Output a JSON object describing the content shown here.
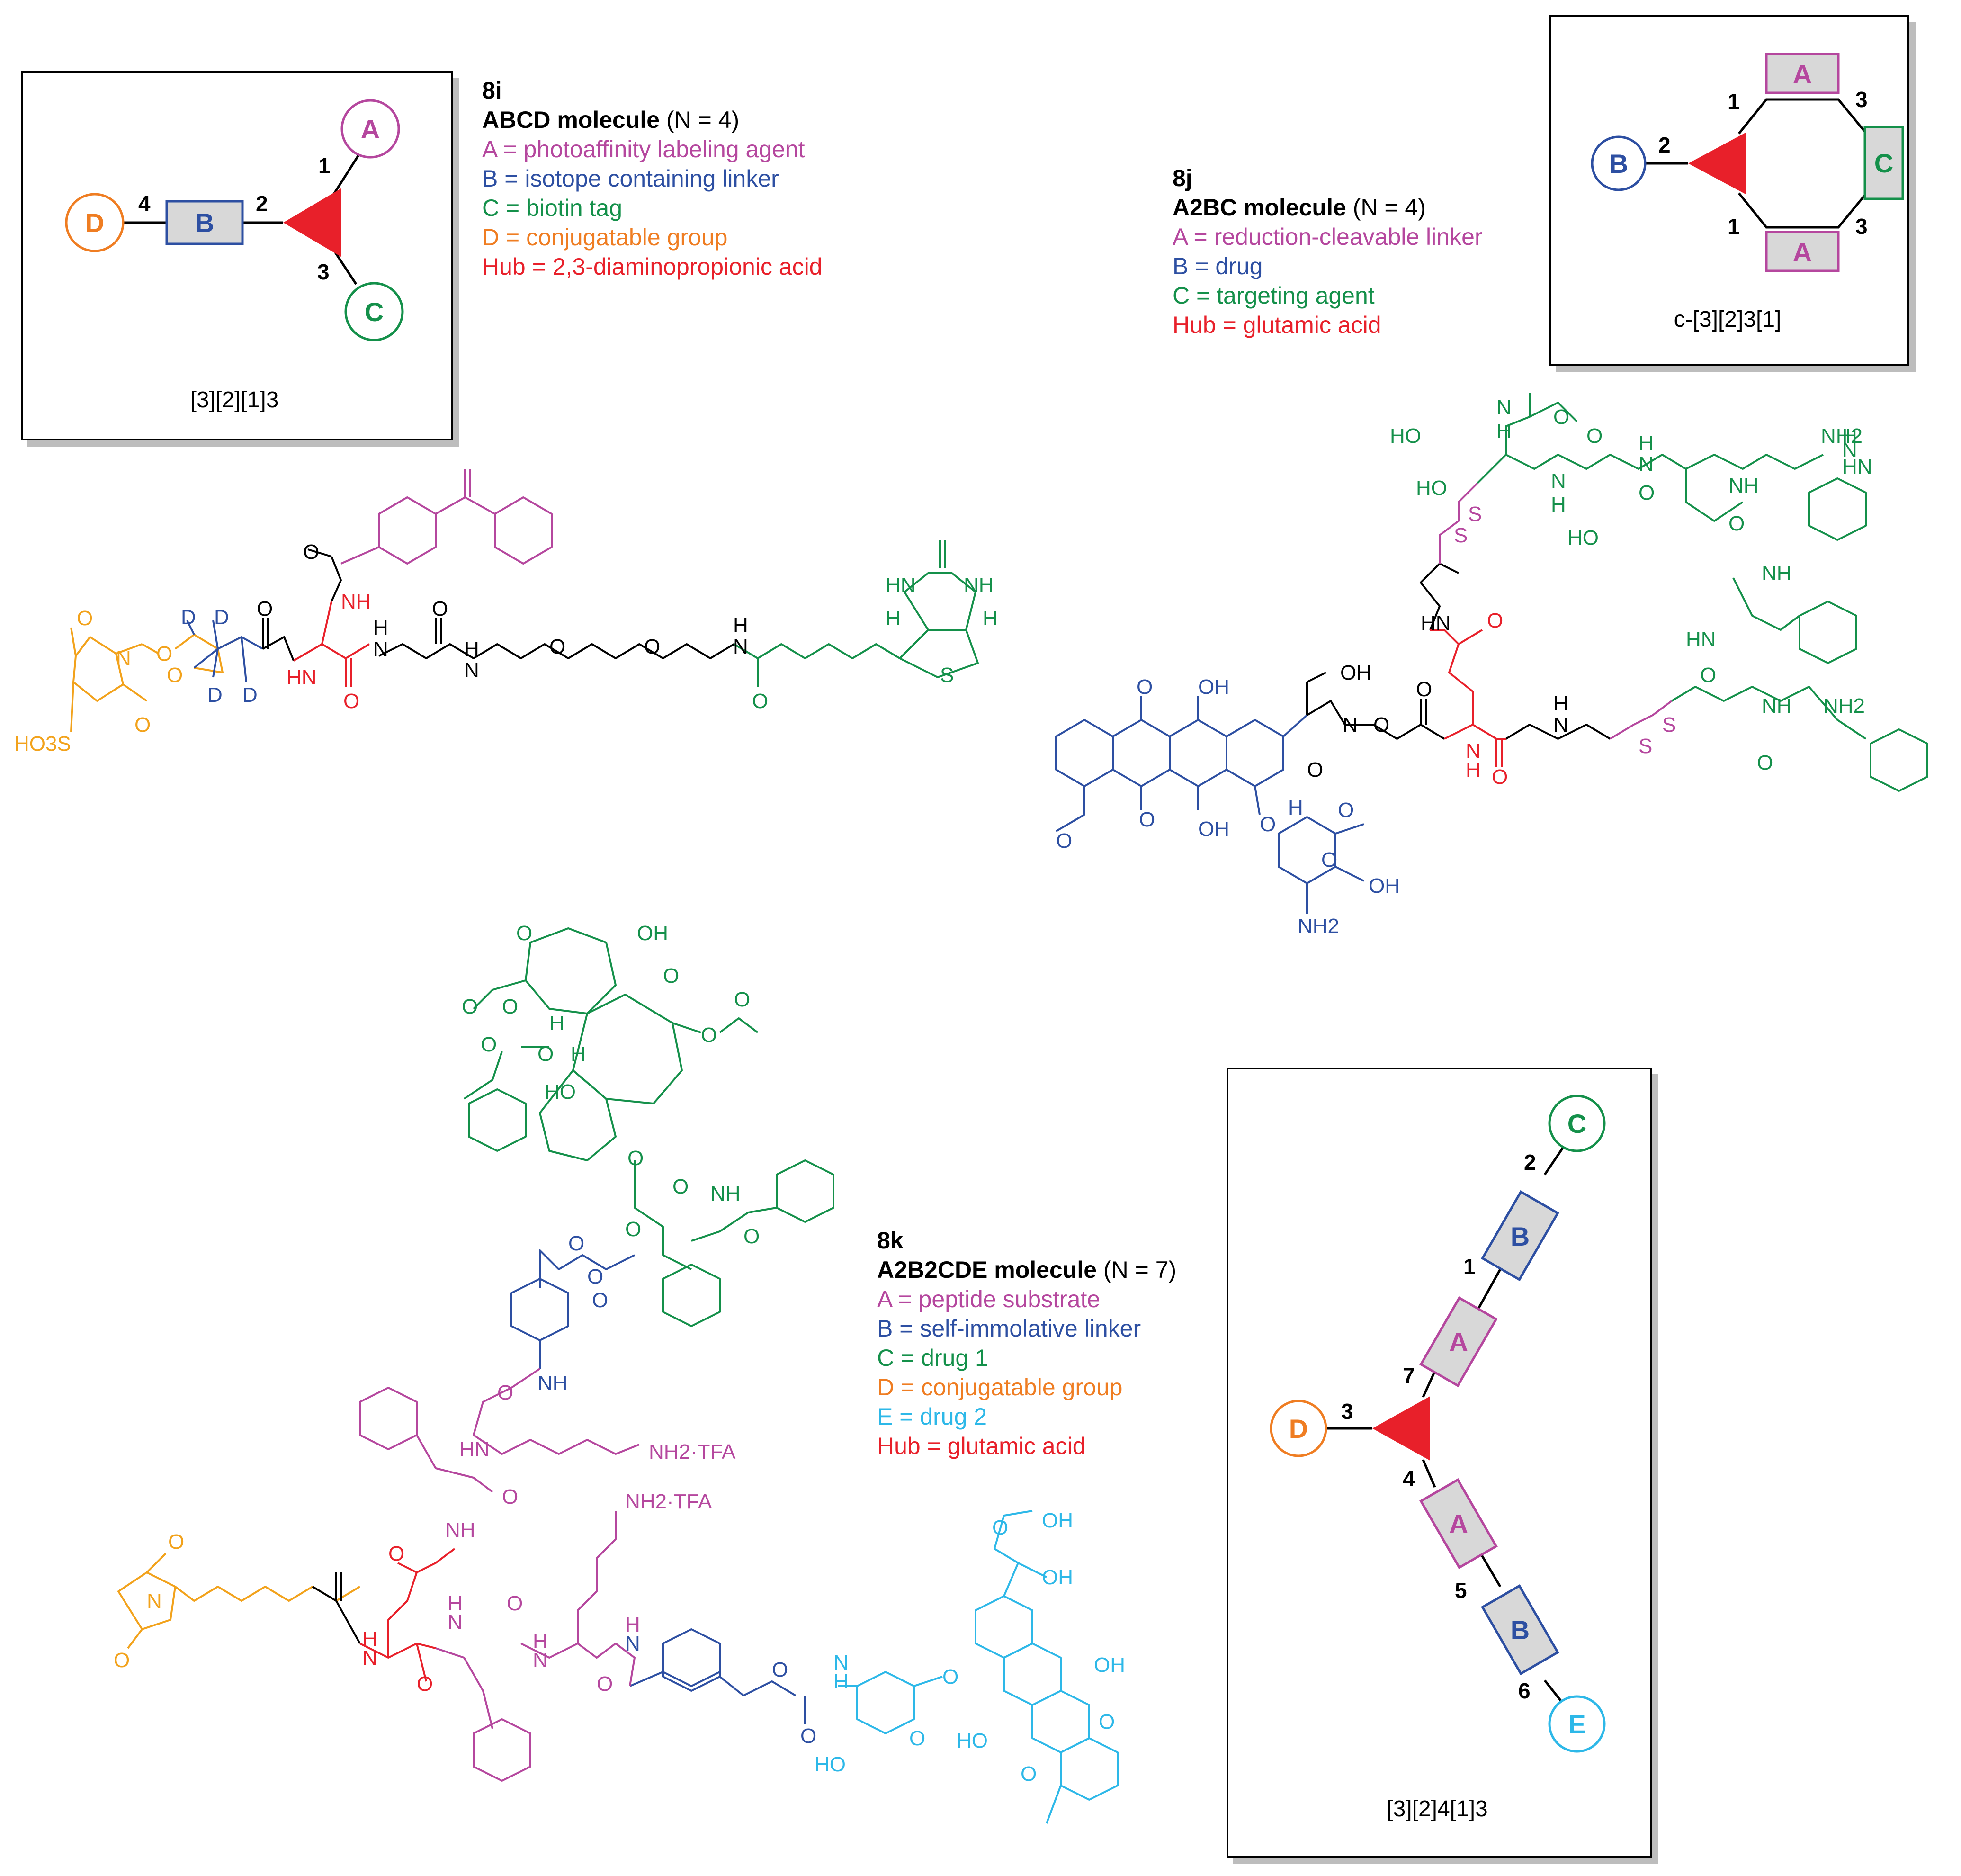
{
  "colors": {
    "A": "#b5479e",
    "B": "#2d4fa2",
    "C": "#14904a",
    "D": "#ef7d22",
    "D_orange_struct": "#f2a21b",
    "E": "#2db8e8",
    "hub": "#e8202a",
    "box_fill": "#d8d8d8",
    "black": "#000000"
  },
  "panel_8i": {
    "id": "8i",
    "title": "ABCD molecule",
    "n": "(N = 4)",
    "legend": [
      {
        "text": "A = photoaffinity labeling agent",
        "color": "#b5479e"
      },
      {
        "text": "B = isotope containing linker",
        "color": "#2d4fa2"
      },
      {
        "text": "C = biotin tag",
        "color": "#14904a"
      },
      {
        "text": "D = conjugatable group",
        "color": "#ef7d22"
      },
      {
        "text": "Hub = 2,3-diaminopropionic acid",
        "color": "#e8202a"
      }
    ],
    "schematic": {
      "label": "[3][2][1]3",
      "nodes": {
        "A": "A",
        "B": "B",
        "C": "C",
        "D": "D"
      },
      "edges": {
        "e1": "1",
        "e2": "2",
        "e3": "3",
        "e4": "4"
      }
    }
  },
  "panel_8j": {
    "id": "8j",
    "title": "A2BC molecule",
    "n": "(N = 4)",
    "legend": [
      {
        "text": "A = reduction-cleavable linker",
        "color": "#b5479e"
      },
      {
        "text": "B = drug",
        "color": "#2d4fa2"
      },
      {
        "text": "C = targeting agent",
        "color": "#14904a"
      },
      {
        "text": "Hub = glutamic acid",
        "color": "#e8202a"
      }
    ],
    "schematic": {
      "label": "c-[3][2]3[1]",
      "nodes": {
        "A1": "A",
        "A2": "A",
        "B": "B",
        "C": "C"
      },
      "edges": {
        "e1a": "1",
        "e1b": "1",
        "e2": "2",
        "e3a": "3",
        "e3b": "3"
      }
    }
  },
  "panel_8k": {
    "id": "8k",
    "title": "A2B2CDE molecule",
    "n": "(N = 7)",
    "legend": [
      {
        "text": "A = peptide substrate",
        "color": "#b5479e"
      },
      {
        "text": "B = self-immolative linker",
        "color": "#2d4fa2"
      },
      {
        "text": "C = drug 1",
        "color": "#14904a"
      },
      {
        "text": "D = conjugatable group",
        "color": "#ef7d22"
      },
      {
        "text": "E = drug 2",
        "color": "#2db8e8"
      },
      {
        "text": "Hub = glutamic acid",
        "color": "#e8202a"
      }
    ],
    "schematic": {
      "label": "[3][2]4[1]3",
      "nodes": {
        "C": "C",
        "B1": "B",
        "A1": "A",
        "D": "D",
        "A2": "A",
        "B2": "B",
        "E": "E"
      },
      "edges": {
        "e1": "1",
        "e2": "2",
        "e3": "3",
        "e4": "4",
        "e5": "5",
        "e6": "6",
        "e7": "7"
      }
    }
  },
  "atom_labels": {
    "s8i": [
      "O",
      "NH",
      "O",
      "D",
      "D",
      "O",
      "O",
      "N",
      "O",
      "O",
      "D",
      "D",
      "HN",
      "O",
      "H",
      "N",
      "O",
      "H",
      "N",
      "O",
      "O",
      "H",
      "N",
      "O",
      "HN",
      "NH",
      "H",
      "H",
      "S",
      "HO3S"
    ],
    "s8j": [
      "HO",
      "HO",
      "N",
      "H",
      "O",
      "N",
      "H",
      "O",
      "HO",
      "H",
      "N",
      "O",
      "H",
      "N",
      "NH2",
      "NH",
      "HN",
      "O",
      "NH",
      "S",
      "S",
      "HN",
      "O",
      "OH",
      "O",
      "OH",
      "N",
      "O",
      "O",
      "O",
      "N",
      "H",
      "O",
      "N",
      "H",
      "S",
      "S",
      "HN",
      "O",
      "NH",
      "NH2",
      "O",
      "O",
      "OH",
      "O",
      "O",
      "H",
      "O",
      "O",
      "OH",
      "NH2"
    ],
    "s8k": [
      "O",
      "OH",
      "O",
      "O",
      "H",
      "O",
      "O",
      "O",
      "HO",
      "H",
      "O",
      "O",
      "O",
      "O",
      "O",
      "NH",
      "O",
      "O",
      "O",
      "O",
      "NH",
      "HN",
      "NH2·TFA",
      "O",
      "NH",
      "NH2·TFA",
      "O",
      "N",
      "O",
      "O",
      "N",
      "H",
      "O",
      "N",
      "H",
      "O",
      "N",
      "H",
      "O",
      "H",
      "N",
      "O",
      "O",
      "H",
      "N",
      "O",
      "O",
      "HO",
      "O",
      "OH",
      "O",
      "OH",
      "OH",
      "HO",
      "O",
      "O"
    ]
  }
}
